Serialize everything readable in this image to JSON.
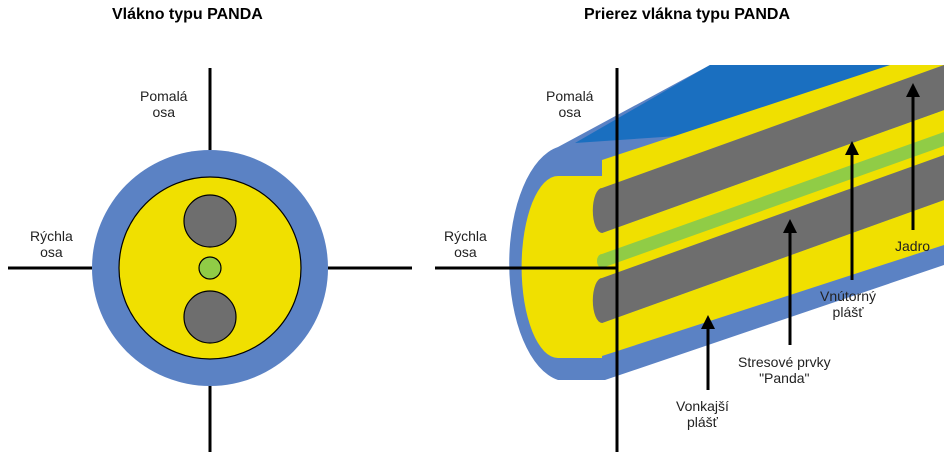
{
  "titles": {
    "left": "Vlákno typu PANDA",
    "right": "Prierez vlákna typu PANDA"
  },
  "left_diagram": {
    "slow_axis": [
      "Pomalá",
      "osa"
    ],
    "fast_axis": [
      "Rýchla",
      "osa"
    ]
  },
  "right_diagram": {
    "slow_axis": [
      "Pomalá",
      "osa"
    ],
    "fast_axis": [
      "Rýchla",
      "osa"
    ],
    "core": [
      "Jadro"
    ],
    "inner_cladding": [
      "Vnútorný",
      "plášť"
    ],
    "stress_rods": [
      "Stresové prvky",
      "\"Panda\""
    ],
    "outer_jacket": [
      "Vonkajší",
      "plášť"
    ]
  },
  "colors": {
    "jacket": "#5b82c4",
    "jacket_top": "#1a6fc0",
    "cladding": "#f0e000",
    "stress_rod": "#6e6e6e",
    "core": "#90cc46",
    "line": "#000000"
  }
}
